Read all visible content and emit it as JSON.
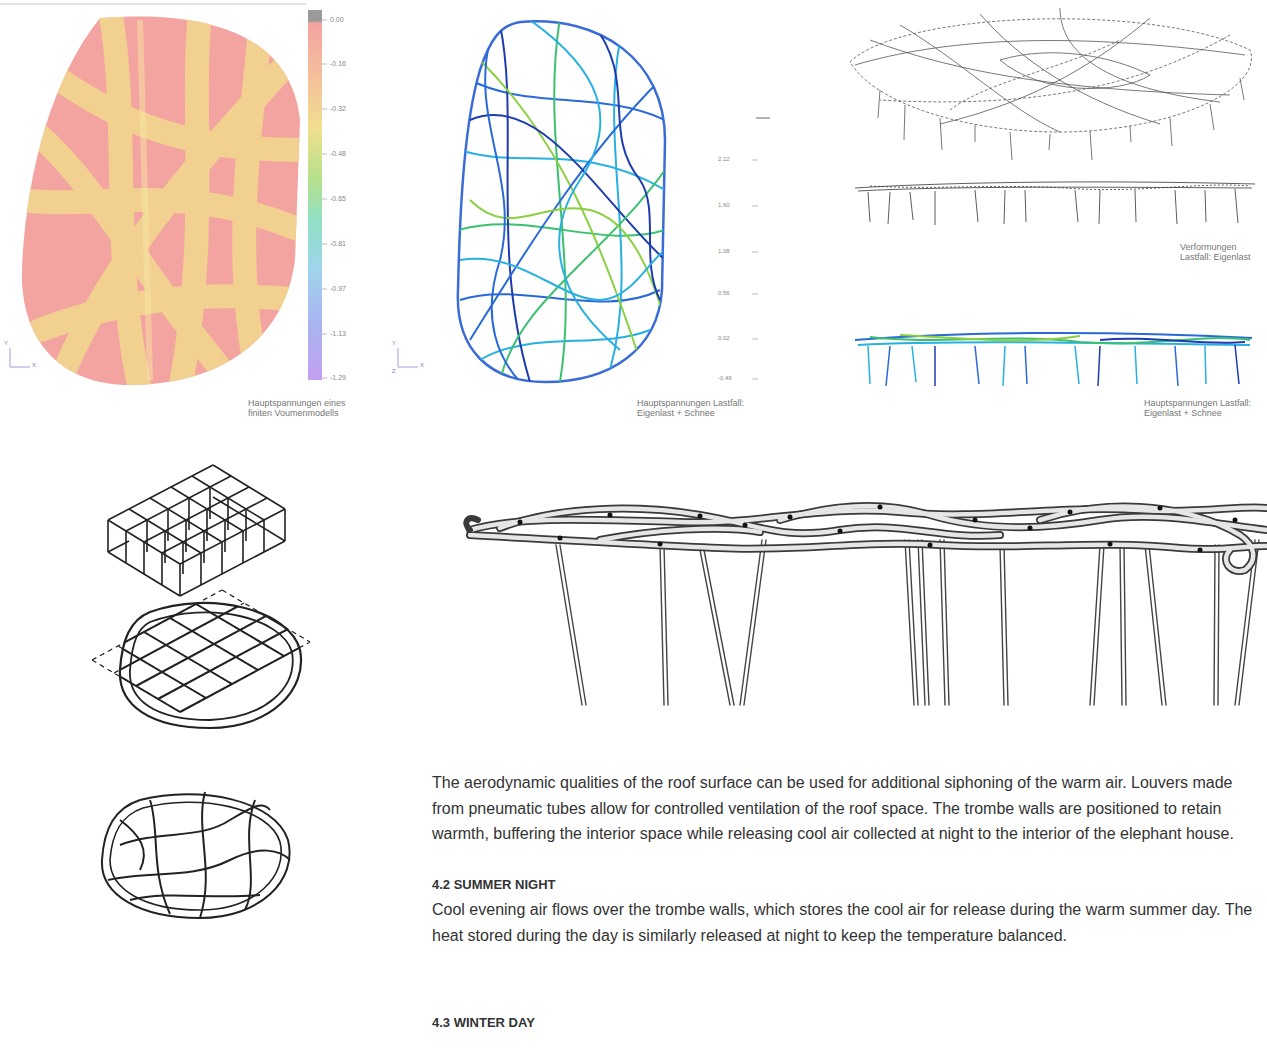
{
  "diagram": {
    "labels": [
      "0.00",
      "-0.16",
      "-0.32",
      "-0.48",
      "-0.65",
      "-0.81",
      "-0.97",
      "-1.13",
      "-1.29",
      "Hauptspannungen eines finiten Voumenmodells",
      "2.12",
      "1.60",
      "1.08",
      "0.56",
      "0.02",
      "-0.49",
      "Hauptspannungen Lastfall: Eigenlast + Schnee",
      "Verformungen Lastfall: Eigenlast",
      "Hauptspannungen Lastfall: Eigenlast + Schnee",
      "The aerodynamic qualities of the roof surface can be used for additional siphoning of the warm air. Louvers made from pneumatic tubes allow for controlled ventilation of the roof space. The trombe walls are positioned to retain warmth, buffering the interior space while releasing cool air collected at night to the interior of the elephant house.",
      "4.2 SUMMER NIGHT",
      "Cool evening air flows over the trombe walls, which stores the cool air for release during the warm summer day. The heat stored during the day is similarly released at night to keep the temperature balanced.",
      "4.3 WINTER DAY",
      "Y",
      "X",
      "Y",
      "Z",
      "X"
    ]
  }
}
